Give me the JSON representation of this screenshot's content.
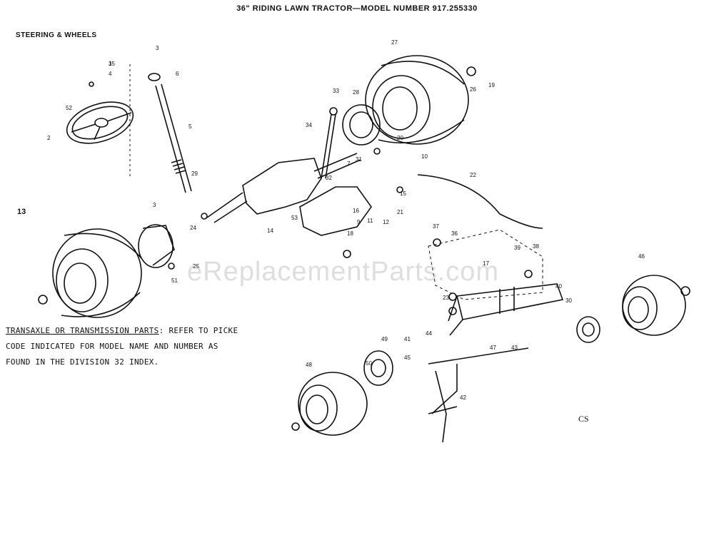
{
  "title": "36\" RIDING LAWN TRACTOR—MODEL NUMBER 917.255330",
  "section_title": "STEERING & WHEELS",
  "note": {
    "line1_underlined": "TRANSAXLE OR TRANSMISSION PARTS",
    "line1_rest": ": REFER TO PICKE",
    "line2": "CODE INDICATED FOR MODEL NAME AND NUMBER AS",
    "line3": "FOUND IN THE DIVISION 32 INDEX."
  },
  "watermark": "eReplacementParts.com",
  "page_mark": "CS",
  "side_mark": "13",
  "callouts": [
    "1",
    "3",
    "6",
    "4",
    "52",
    "2",
    "5",
    "33",
    "28",
    "27",
    "26",
    "19",
    "34",
    "20",
    "29",
    "7",
    "31",
    "10",
    "15",
    "22",
    "21",
    "32",
    "16",
    "18",
    "9",
    "11",
    "12",
    "53",
    "14",
    "3",
    "25",
    "24",
    "17",
    "23",
    "36",
    "37",
    "38",
    "39",
    "40",
    "41",
    "42",
    "43",
    "44",
    "45",
    "46",
    "47",
    "48",
    "49",
    "50",
    "51",
    "30",
    "35"
  ]
}
